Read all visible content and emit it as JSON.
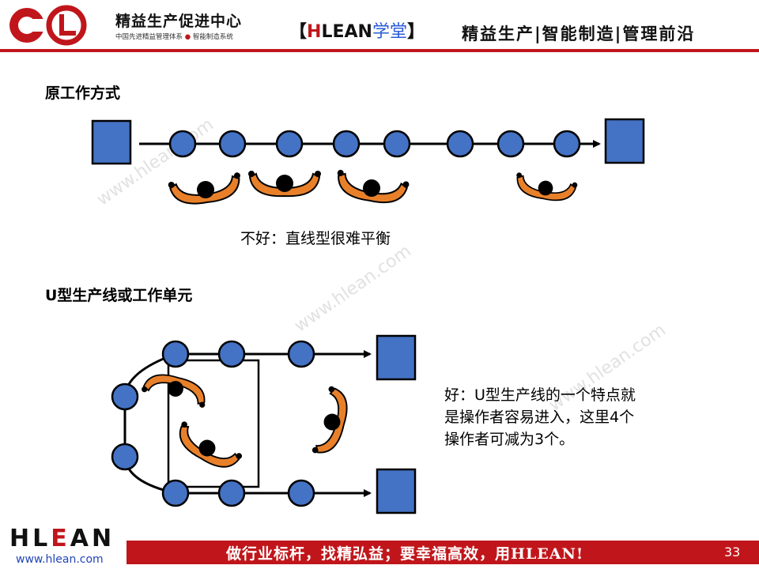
{
  "header": {
    "company_name": "精益生产促进中心",
    "company_sub_left": "中国先进精益管理体系",
    "company_sub_right": "智能制造系统",
    "brand_open": "【",
    "brand_h": "H",
    "brand_lean": "LEAN",
    "brand_xuetang": "学堂",
    "brand_close": "】",
    "slogan": "精益生产|智能制造|管理前沿"
  },
  "sections": {
    "original": {
      "title": "原工作方式",
      "caption": "不好：直线型很难平衡"
    },
    "u_line": {
      "title": "U型生产线或工作单元",
      "caption_lines": [
        "好：U型生产线的一个特点就",
        "是操作者容易进入，这里4个",
        "操作者可减为3个。"
      ]
    }
  },
  "watermark": "www.hlean.com",
  "footer": {
    "slogan": "做行业标杆，找精弘益；要幸福高效，用HLEAN!",
    "page_number": "33",
    "logo_h": "H",
    "logo_l": "L",
    "logo_e": "E",
    "logo_an": "AN",
    "url": "www.hlean.com"
  },
  "colors": {
    "brand_red": "#c0161b",
    "node_blue": "#4472c4",
    "operator_orange": "#e8802a",
    "link_blue": "#2245b8"
  }
}
